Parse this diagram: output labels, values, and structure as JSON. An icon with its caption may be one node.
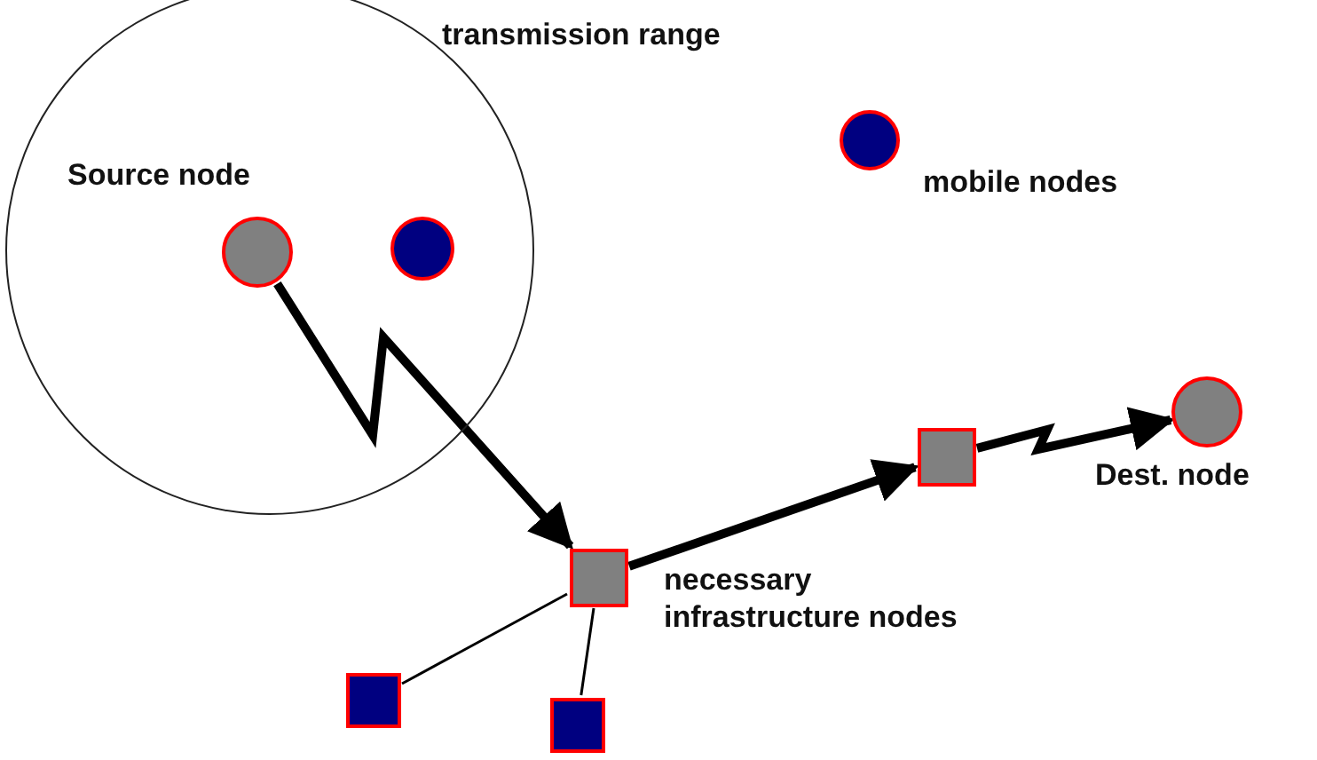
{
  "diagram": {
    "nodes": [
      {
        "text": [
          "transmission range"
        ]
      },
      {
        "text": [],
        "shape": "circle",
        "in": 0,
        "beside": [
          "Source node"
        ]
      },
      {
        "text": [],
        "shape": "circle",
        "in": 0
      },
      {
        "text": [],
        "shape": "circle",
        "beside": [
          "mobile nodes"
        ]
      },
      {
        "text": [],
        "shape": "box",
        "beside": [
          "necessary infrastructure nodes"
        ]
      },
      {
        "text": [],
        "shape": "box"
      },
      {
        "text": [],
        "shape": "circle",
        "beside": [
          "Dest. node"
        ]
      },
      {
        "text": [],
        "shape": "box"
      },
      {
        "text": [],
        "shape": "box"
      }
    ],
    "edges": [
      {
        "from": 1,
        "to": 4,
        "arrow": "to"
      },
      {
        "from": 4,
        "to": 5,
        "arrow": "to"
      },
      {
        "from": 5,
        "to": 6,
        "arrow": "to"
      },
      {
        "from": 7,
        "to": 4,
        "arrow": "none"
      },
      {
        "from": 8,
        "to": 4,
        "arrow": "none"
      }
    ]
  }
}
